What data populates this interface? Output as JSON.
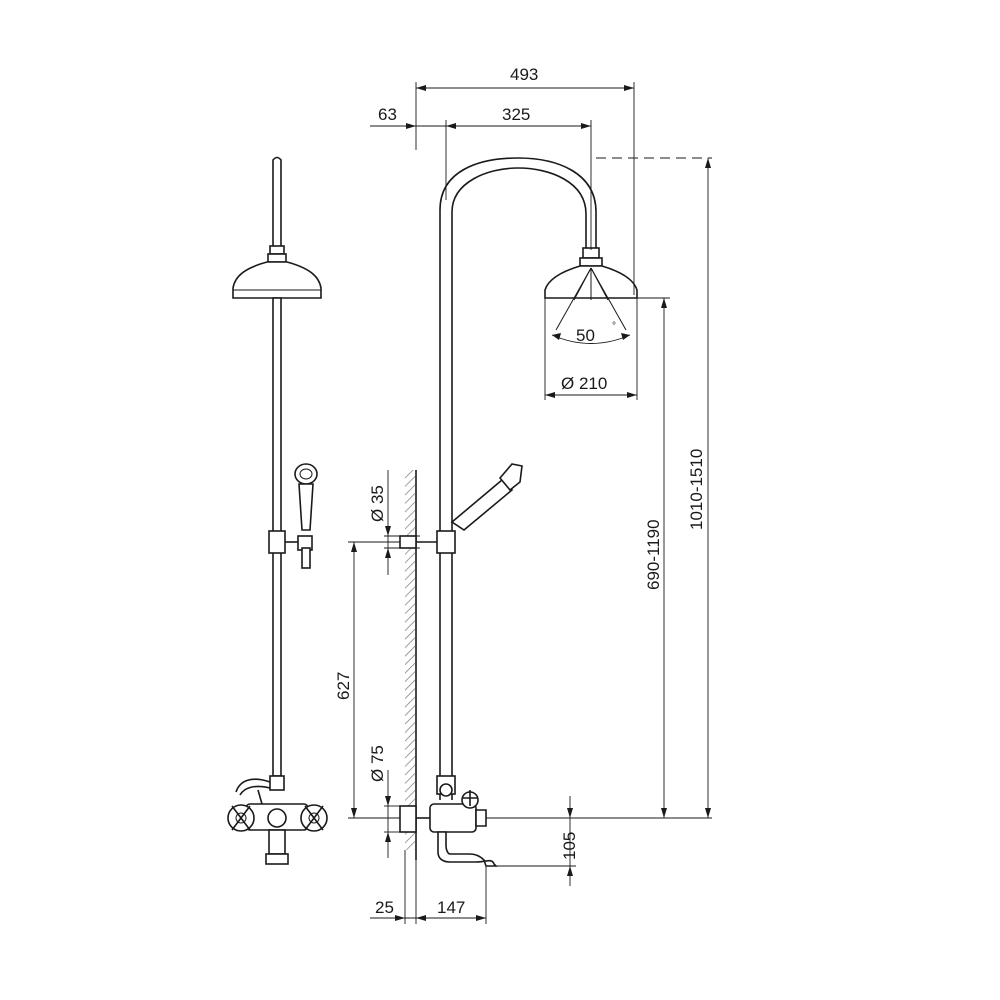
{
  "dimensions": {
    "overall_width": "493",
    "wall_offset_top": "63",
    "arm_reach": "325",
    "spray_angle": "50",
    "head_diameter": "Ø 210",
    "height_adjust": "690-1190",
    "overall_height": "1010-1510",
    "support_diameter": "Ø 35",
    "support_height": "627",
    "flange_diameter": "Ø 75",
    "spout_height": "105",
    "wall_offset_bottom": "25",
    "spout_reach": "147"
  },
  "colors": {
    "line": "#1a1a1a",
    "background": "#ffffff"
  }
}
